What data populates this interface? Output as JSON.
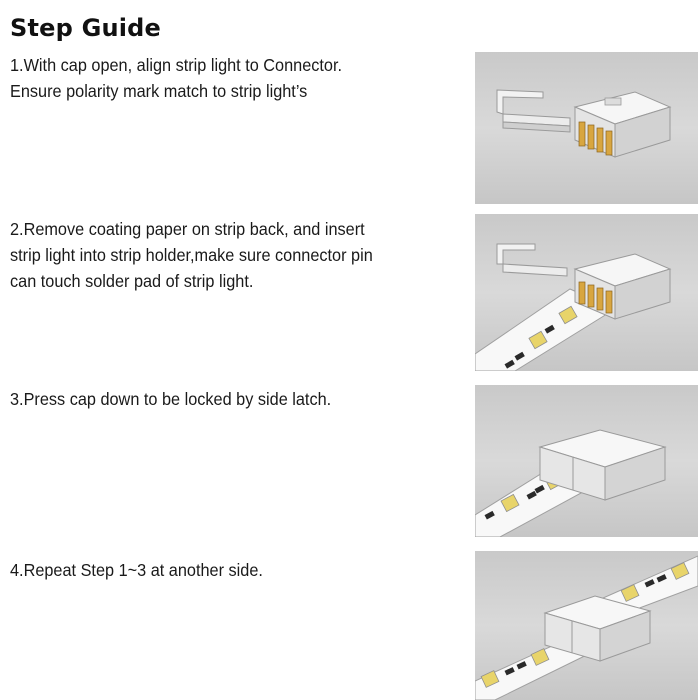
{
  "title": "Step Guide",
  "steps": [
    {
      "lines": [
        "1.With cap open, align strip light to Connector.",
        "Ensure polarity mark match to strip light’s"
      ]
    },
    {
      "lines": [
        "2.Remove coating paper on strip back, and insert",
        "strip light into strip holder,make sure connector pin",
        "can touch solder pad of strip light."
      ]
    },
    {
      "lines": [
        "3.Press cap down to be locked by side latch."
      ]
    },
    {
      "lines": [
        "4.Repeat  Step 1~3 at another side."
      ]
    }
  ],
  "colors": {
    "panel_bg": "#d3d3d3",
    "connector": "#f4f4f4",
    "pins": "#d8a640",
    "led_yellow": "#e8d46a",
    "resistor": "#2a2a2a"
  },
  "illustrations": [
    {
      "icon": "connector-open-cap-icon"
    },
    {
      "icon": "connector-strip-inserted-icon"
    },
    {
      "icon": "connector-cap-closed-icon"
    },
    {
      "icon": "connector-double-side-icon"
    }
  ]
}
